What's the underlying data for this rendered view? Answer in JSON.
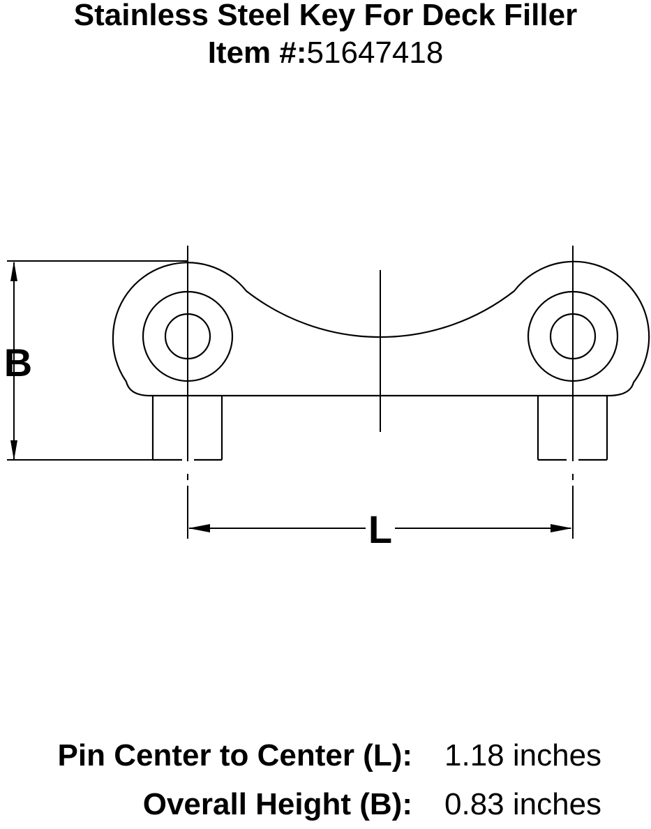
{
  "header": {
    "title": "Stainless Steel Key For Deck Filler",
    "item_label": "Item #:",
    "item_number": "51647418"
  },
  "drawing": {
    "description": "2D dimensional line drawing of stainless steel deck filler key: two round pin bosses joined by a saddle-shaped body, two pins extending downward",
    "dimension_labels": {
      "height": "B",
      "length": "L"
    }
  },
  "specs": {
    "rows": [
      {
        "label": "Pin Center to Center (L):",
        "value": "1.18 inches"
      },
      {
        "label": "Overall Height (B):",
        "value": "0.83 inches"
      }
    ]
  },
  "colors": {
    "line_color": "#000000",
    "background": "#ffffff",
    "text_color": "#000000"
  }
}
